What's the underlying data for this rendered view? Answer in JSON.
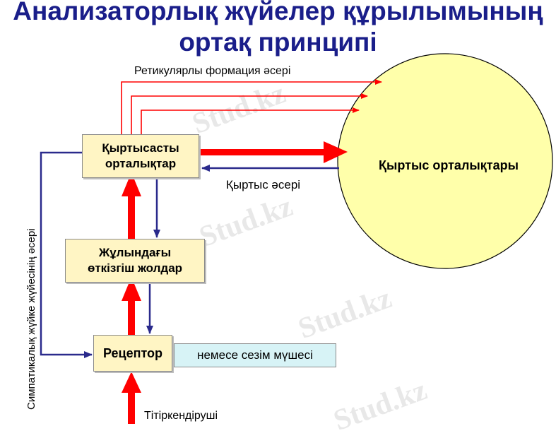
{
  "title": {
    "line1": "Анализаторлық жүйелер құрылымының",
    "line2": "ортақ принципі"
  },
  "boxes": {
    "cortex_centers": {
      "line1": "Қыртысасты",
      "line2": "орталықтар"
    },
    "spinal_pathways": {
      "line1": "Жұлындағы",
      "line2": "өткізгіш жолдар"
    },
    "receptor": "Рецептор",
    "sense_organ": "немесе сезім мүшесі"
  },
  "circle_label": "Қыртыс орталықтары",
  "labels": {
    "reticular": "Ретикулярлы формация әсері",
    "cortex_effect": "Қыртыс әсері",
    "stimulus": "Тітіркендіруші",
    "sympathetic": "Симпатикалық жүйке жүйесінің әсері"
  },
  "watermark": "Stud.kz",
  "colors": {
    "title": "#1a1e8a",
    "red_arrow": "#ff0000",
    "blue_arrow": "#2a2a8c",
    "box_fill": "#fff5c4",
    "circle_fill": "#ffffaa",
    "sense_fill": "#d7f3f6"
  }
}
